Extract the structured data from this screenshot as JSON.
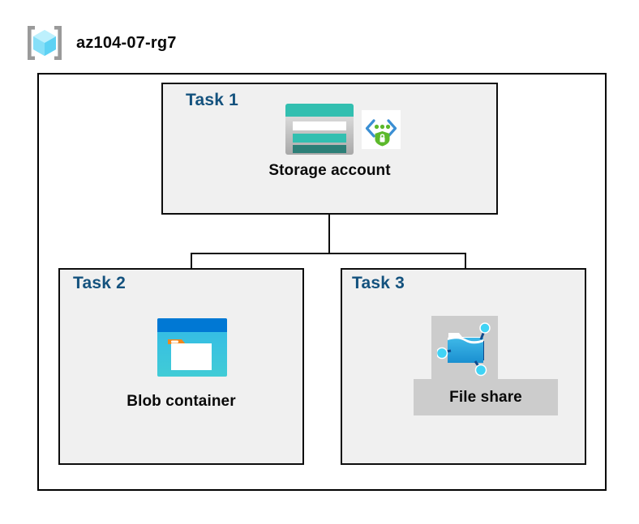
{
  "header": {
    "resource_group_name": "az104-07-rg7",
    "icon": "resource-group-cube-icon"
  },
  "diagram": {
    "container_label": "az104-07-rg7",
    "tasks": [
      {
        "id": "task1",
        "label": "Task 1",
        "node_caption": "Storage account",
        "icons": [
          "storage-account-icon",
          "secure-transfer-shield-icon"
        ],
        "highlighted": false
      },
      {
        "id": "task2",
        "label": "Task 2",
        "node_caption": "Blob container",
        "icons": [
          "blob-container-icon"
        ],
        "highlighted": false
      },
      {
        "id": "task3",
        "label": "Task 3",
        "node_caption": "File share",
        "icons": [
          "file-share-folder-icon"
        ],
        "highlighted": true
      }
    ],
    "connections": [
      {
        "from": "task1",
        "to": "task2"
      },
      {
        "from": "task1",
        "to": "task3"
      }
    ]
  },
  "colors": {
    "task_label": "#14527e",
    "caption_text": "#0a0a0a",
    "box_border": "#0d0d0d",
    "task_fill": "#f0f0f0",
    "canvas_background": "#ffffff",
    "highlight_fill": "#cccccc",
    "storage_teal": "#32bfb0",
    "storage_dark_teal": "#2c7f77",
    "blob_header_blue": "#0078d4",
    "blob_body_cyan": "#35c1e5",
    "blob_tag_orange": "#f0871d",
    "shield_green": "#5cb92b",
    "bracket_blue": "#3b8fd4",
    "fileshare_blue": "#32a7dd",
    "fileshare_node_cyan": "#40d3f5",
    "rg_cube_cyan": "#55d5f5",
    "rg_bracket_gray": "#9a9a9a"
  }
}
